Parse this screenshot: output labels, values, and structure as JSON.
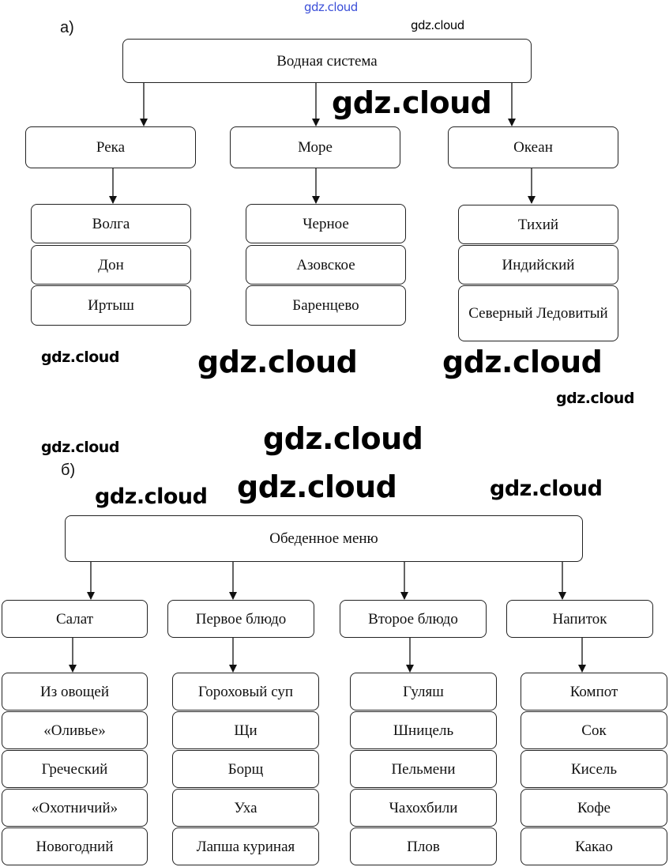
{
  "watermark": "gdz.cloud",
  "part_a": {
    "label": "а)",
    "root": "Водная система",
    "categories": [
      {
        "title": "Река",
        "items": [
          "Волга",
          "Дон",
          "Иртыш"
        ]
      },
      {
        "title": "Море",
        "items": [
          "Черное",
          "Азовское",
          "Баренцево"
        ]
      },
      {
        "title": "Океан",
        "items": [
          "Тихий",
          "Индийский",
          "Северный Ледовитый"
        ]
      }
    ]
  },
  "part_b": {
    "label": "б)",
    "root": "Обеденное меню",
    "categories": [
      {
        "title": "Салат",
        "items": [
          "Из овощей",
          "«Оливье»",
          "Греческий",
          "«Охотничий»",
          "Новогодний"
        ]
      },
      {
        "title": "Первое блюдо",
        "items": [
          "Гороховый суп",
          "Щи",
          "Борщ",
          "Уха",
          "Лапша куриная"
        ]
      },
      {
        "title": "Второе блюдо",
        "items": [
          "Гуляш",
          "Шницель",
          "Пельмени",
          "Чахохбили",
          "Плов"
        ]
      },
      {
        "title": "Напиток",
        "items": [
          "Компот",
          "Сок",
          "Кисель",
          "Кофе",
          "Какао"
        ]
      }
    ]
  }
}
